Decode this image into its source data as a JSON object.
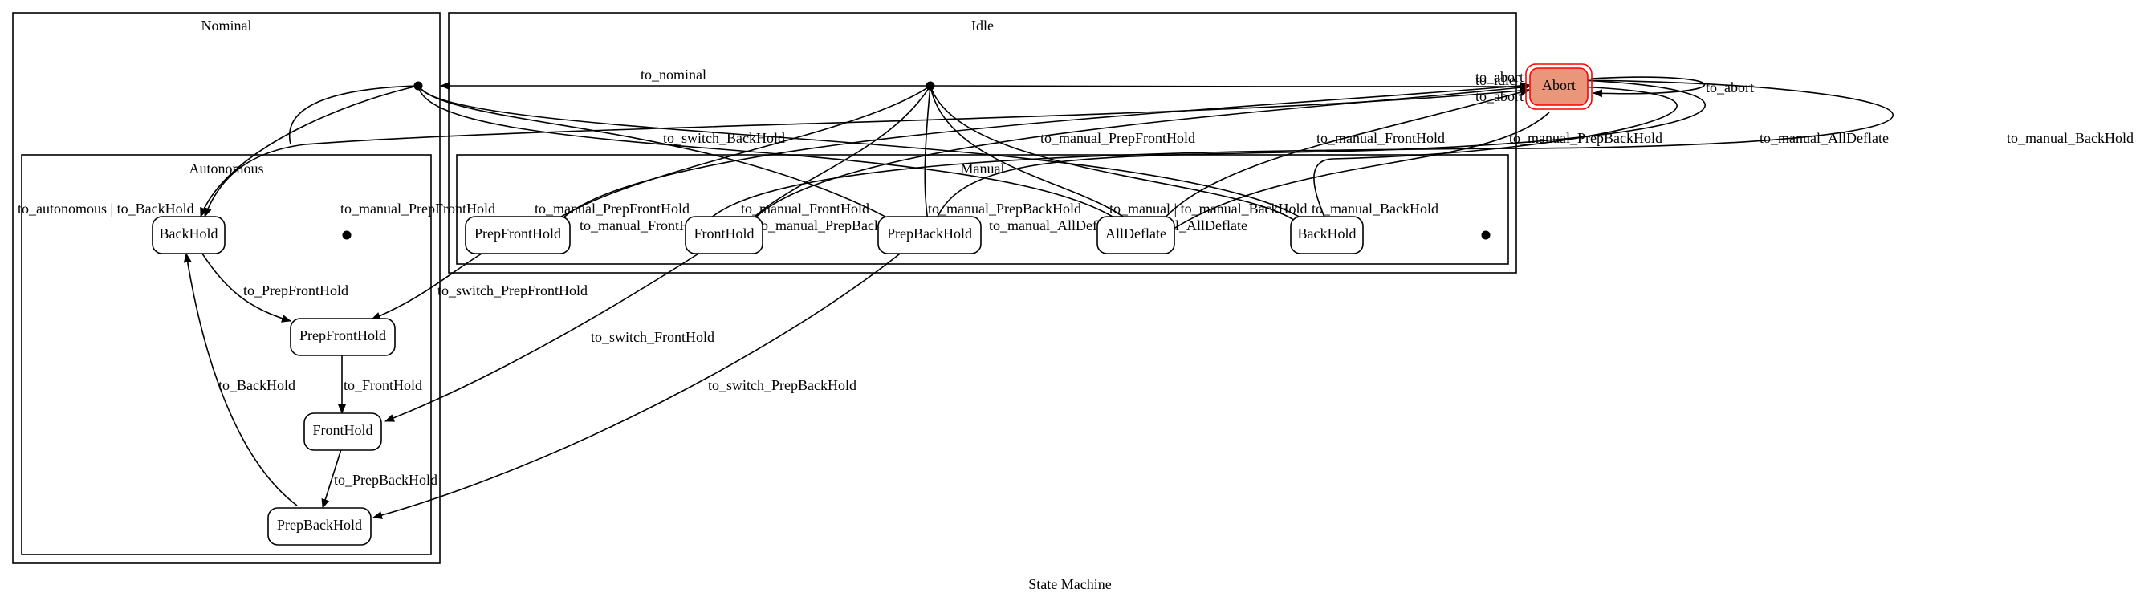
{
  "title": "State Machine",
  "clusters": {
    "nominal": "Nominal",
    "idle": "Idle",
    "autonomous": "Autonomous",
    "manual": "Manual"
  },
  "states": {
    "abort": "Abort",
    "auto_backhold": "BackHold",
    "auto_prepfronthold": "PrepFrontHold",
    "auto_fronthold": "FrontHold",
    "auto_prepbackhold": "PrepBackHold",
    "man_prepfronthold": "PrepFrontHold",
    "man_fronthold": "FrontHold",
    "man_prepbackhold": "PrepBackHold",
    "man_alldeflate": "AllDeflate",
    "man_backhold": "BackHold"
  },
  "colors": {
    "abort_fill": "#e9967a",
    "abort_border": "#ff0000"
  },
  "edge_labels": {
    "to_nominal": "to_nominal",
    "to_switch_backhold": "to_switch_BackHold",
    "to_manual_prepfronthold_top": "to_manual_PrepFrontHold",
    "to_manual_fronthold_top": "to_manual_FrontHold",
    "to_manual_prepbackhold_top": "to_manual_PrepBackHold",
    "to_manual_alldeflate_top": "to_manual_AllDeflate",
    "to_manual_backhold_top": "to_manual_BackHold",
    "to_abort_self": "to_abort",
    "abort_left_stack": "to_abort",
    "abort_left_stack_b": "to_idle",
    "abort_left_stack_c": "to_abort",
    "to_autonomous_backhold": "to_autonomous | to_BackHold",
    "to_manual_prepfronthold_auto": "to_manual_PrepFrontHold",
    "to_manual_prepfronthold_man": "to_manual_PrepFrontHold",
    "to_manual_fronthold_a": "to_manual_FrontHold",
    "to_manual_fronthold_b": "to_manual_FrontHold",
    "to_manual_prepbackhold_a": "to_manual_PrepBackHold",
    "to_manual_prepbackhold_b": "to_manual_PrepBackHold",
    "to_manual_alldeflate_a": "to_manual_AllDeflate",
    "to_manual_alldeflate_b": "to_manual_AllDeflate",
    "to_manual_or_backhold": "to_manual | to_manual_BackHold",
    "to_manual_backhold_man": "to_manual_BackHold",
    "to_prepfronthold": "to_PrepFrontHold",
    "to_fronthold": "to_FrontHold",
    "to_prepbackhold": "to_PrepBackHold",
    "to_backhold": "to_BackHold",
    "to_switch_prepfronthold": "to_switch_PrepFrontHold",
    "to_switch_fronthold": "to_switch_FrontHold",
    "to_switch_prepbackhold": "to_switch_PrepBackHold"
  }
}
